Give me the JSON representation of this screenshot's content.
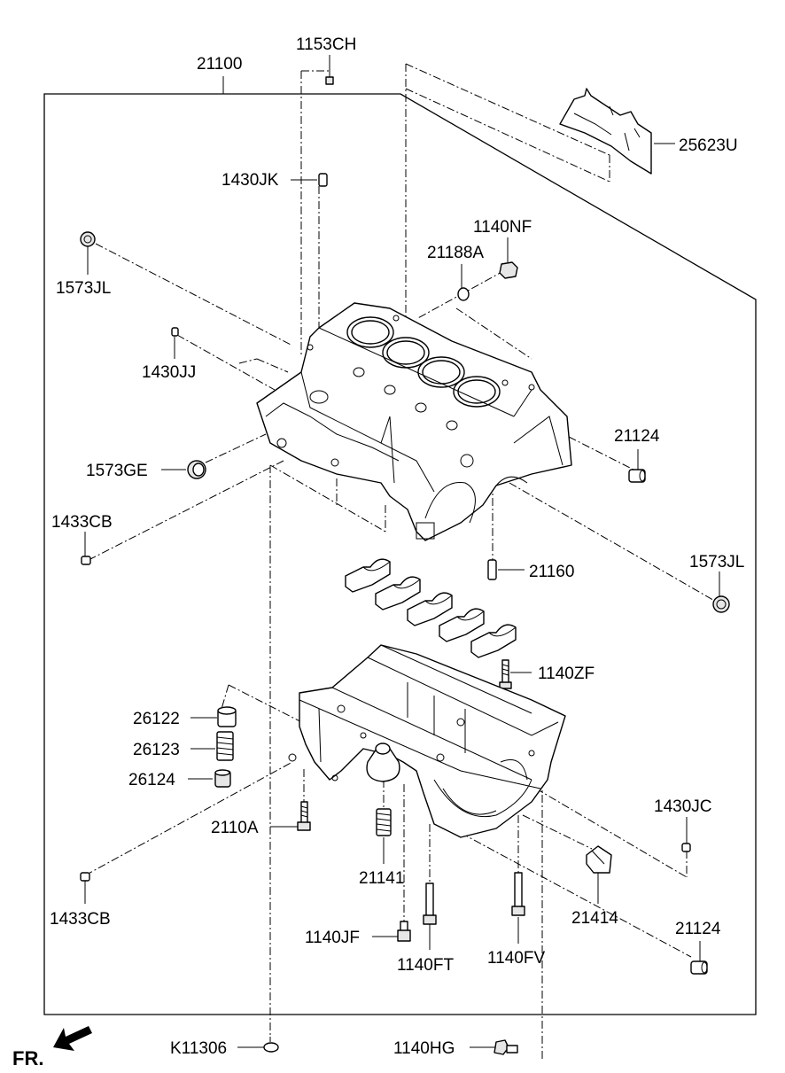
{
  "labels": {
    "assembly": "21100",
    "top_plug": "1153CH",
    "gasket": "25623U",
    "pin_top": "1430JK",
    "bolt_top": "1140NF",
    "washer_top": "21188A",
    "plug_left_top": "1573JL",
    "pin_left": "1430JJ",
    "plug_right_top": "21124",
    "seal_left": "1573GE",
    "dowel_left_top": "1433CB",
    "bearing_pin": "21160",
    "plug_right": "1573JL",
    "bolt_cap": "1140ZF",
    "relief_cap": "26122",
    "relief_spring": "26123",
    "relief_plug": "26124",
    "bolt_left": "2110A",
    "pin_right": "1430JC",
    "jet_spring": "21141",
    "dowel_left_bottom": "1433CB",
    "bracket": "21414",
    "plug_right_bottom": "21124",
    "bolt_jf": "1140JF",
    "bolt_ft": "1140FT",
    "bolt_fv": "1140FV",
    "oring": "K11306",
    "bolt_hg": "1140HG",
    "front": "FR."
  }
}
